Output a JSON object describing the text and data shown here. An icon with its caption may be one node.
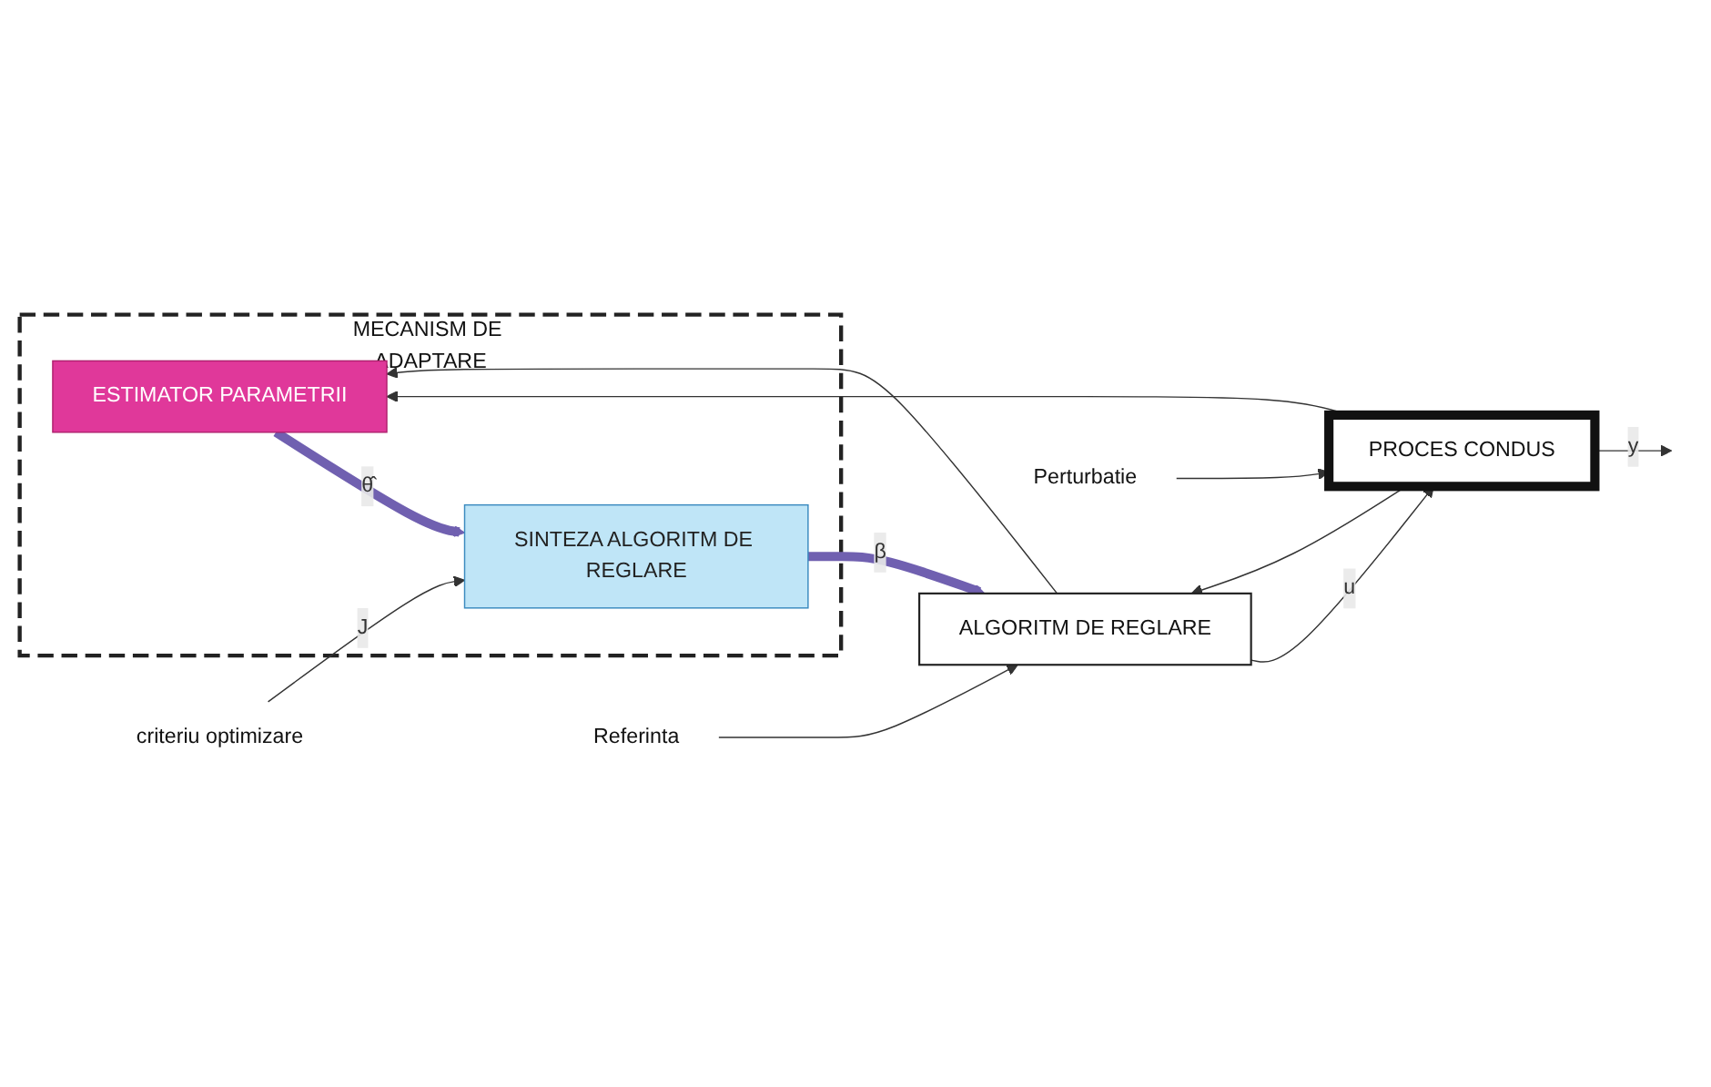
{
  "diagram": {
    "nodes": [
      {
        "text": [
          "MECANISM DE ADAPTARE"
        ]
      },
      {
        "text": [
          "ALGORITM DE REGLARE"
        ]
      },
      {
        "text": [
          "PROCES CONDUS"
        ]
      },
      {
        "text": [
          "ESTIMATOR PARAMETRII"
        ],
        "in": 0
      },
      {
        "text": [
          "SINTEZA ALGORITM DE REGLARE"
        ],
        "in": 0
      },
      {
        "text": [
          "Referinta"
        ]
      },
      {
        "text": [
          "Perturbatie"
        ]
      },
      {
        "text": [
          "criteriu optimizare"
        ]
      }
    ],
    "edges": [
      {
        "from": 5,
        "to": 1,
        "arrow": "to"
      },
      {
        "from": 1,
        "to": 2,
        "arrow": "to",
        "label": "u"
      },
      {
        "from": 2,
        "to": null,
        "arrow": "to",
        "label": "y"
      },
      {
        "from": 2,
        "to": 1,
        "arrow": "to"
      },
      {
        "from": 6,
        "to": 2,
        "arrow": "to"
      },
      {
        "from": 1,
        "to": 3,
        "arrow": "to"
      },
      {
        "from": 2,
        "to": 3,
        "arrow": "to"
      },
      {
        "from": 3,
        "to": 4,
        "arrow": "to",
        "label": "θ̂",
        "style": "thick",
        "color": "#7060b0"
      },
      {
        "from": 4,
        "to": 1,
        "arrow": "to",
        "label": "β",
        "style": "thick",
        "color": "#7060b0"
      },
      {
        "from": 7,
        "to": 4,
        "arrow": "to",
        "label": "J"
      }
    ]
  }
}
